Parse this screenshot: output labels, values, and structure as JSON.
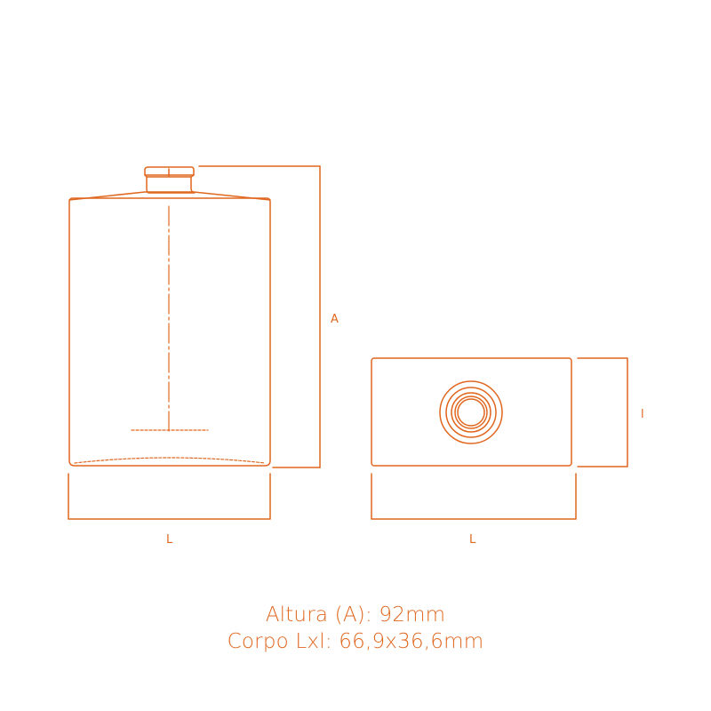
{
  "colors": {
    "line": "#e0671f",
    "text": "#e0671f"
  },
  "labels": {
    "height_marker": "A",
    "front_length_marker": "L",
    "top_length_marker": "L",
    "top_width_marker": "l"
  },
  "specs": {
    "height": "Altura (A): 92mm",
    "body": "Corpo Lxl: 66,9x36,6mm"
  }
}
